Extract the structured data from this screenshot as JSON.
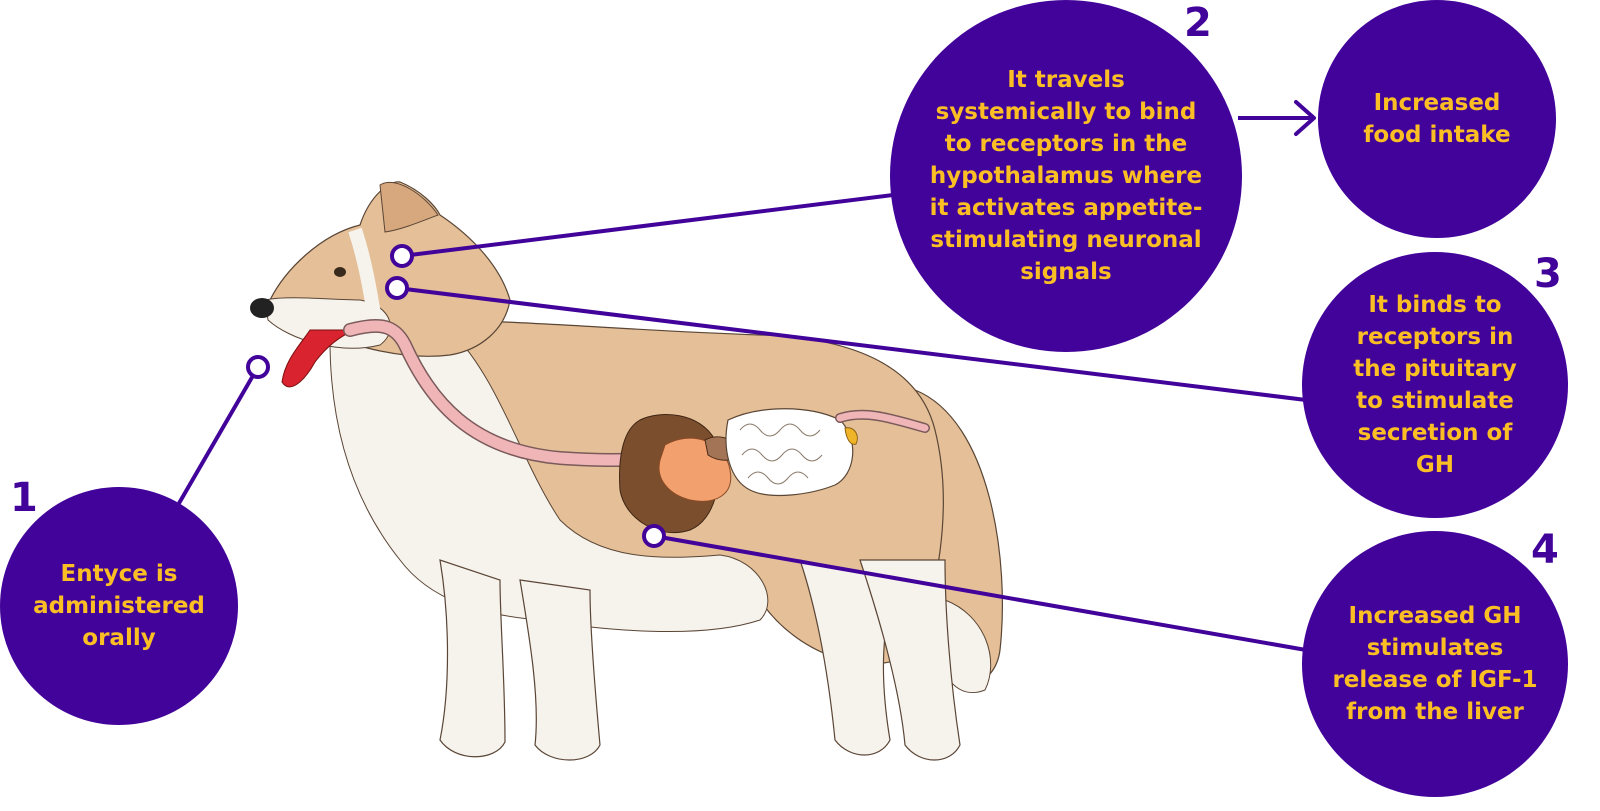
{
  "steps": [
    {
      "number": "1",
      "text": "Entyce is administered orally"
    },
    {
      "number": "2",
      "text": "It travels systemically to bind to receptors in the hypothalamus where it activates appetite-stimulating neuronal signals"
    },
    {
      "number": "3",
      "text": "It binds to receptors in the pituitary to stimulate secretion of GH"
    },
    {
      "number": "4",
      "text": "Increased GH stimulates release of IGF-1 from the liver"
    }
  ],
  "outcome": {
    "text": "Increased food intake"
  },
  "colors": {
    "bubble": "#42039a",
    "bubble_text": "#fbbf24",
    "dog_fur": "#e4bf97",
    "dog_white": "#f6f2ec",
    "esophagus": "#f0b5b7",
    "tongue": "#d9232e",
    "intestine": "#ffffff",
    "liver": "#7b4e2e",
    "stomach": "#f3a06f"
  },
  "icons": [
    "dog-illustration",
    "arrow-right-icon",
    "marker-ring-icon"
  ]
}
